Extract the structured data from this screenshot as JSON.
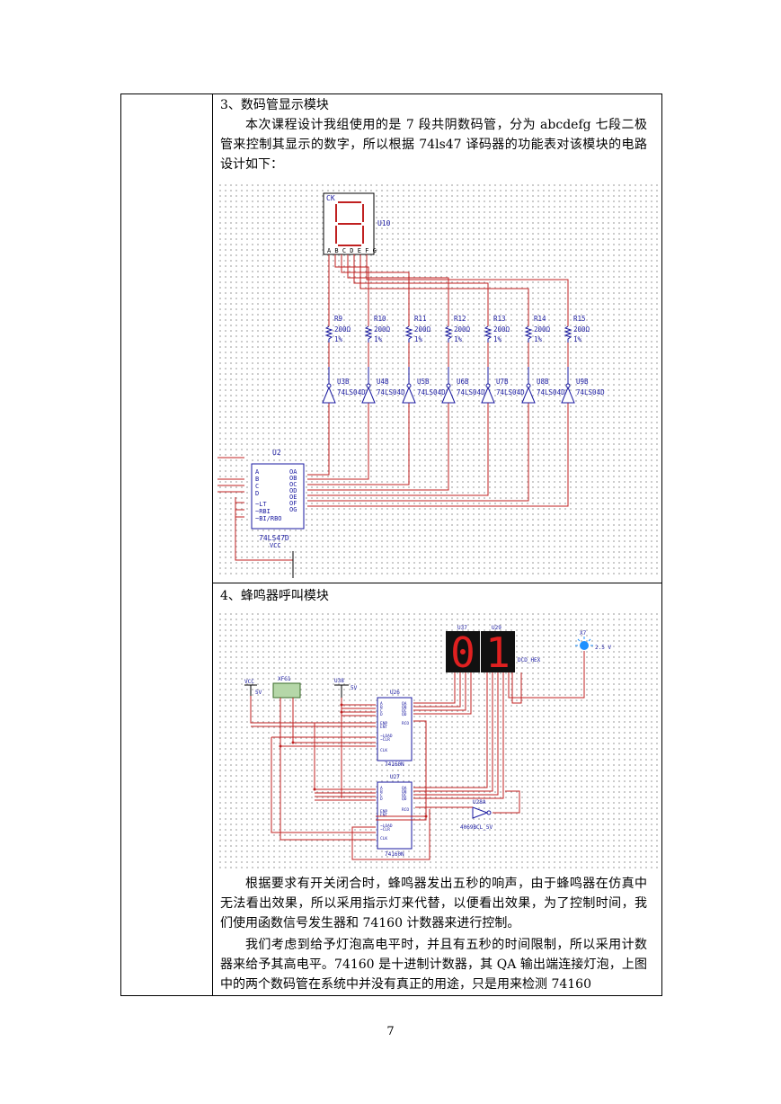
{
  "section3": {
    "heading": "3、数码管显示模块",
    "paragraph": "本次课程设计我组使用的是 7 段共阴数码管，分为 abcdefg 七段二极管来控制其显示的数字，所以根据 74ls47 译码器的功能表对该模块的电路设计如下："
  },
  "schematic1": {
    "display": {
      "ref": "U10",
      "tag": "CK",
      "pins": "A B C D E F G"
    },
    "resistors": [
      {
        "ref": "R9",
        "value": "200Ω",
        "tol": "1%"
      },
      {
        "ref": "R10",
        "value": "200Ω",
        "tol": "1%"
      },
      {
        "ref": "R11",
        "value": "200Ω",
        "tol": "1%"
      },
      {
        "ref": "R12",
        "value": "200Ω",
        "tol": "1%"
      },
      {
        "ref": "R13",
        "value": "200Ω",
        "tol": "1%"
      },
      {
        "ref": "R14",
        "value": "200Ω",
        "tol": "1%"
      },
      {
        "ref": "R15",
        "value": "200Ω",
        "tol": "1%"
      }
    ],
    "inverters": [
      {
        "ref": "U3B",
        "part": "74LS04D"
      },
      {
        "ref": "U4B",
        "part": "74LS04D"
      },
      {
        "ref": "U5B",
        "part": "74LS04D"
      },
      {
        "ref": "U6B",
        "part": "74LS04D"
      },
      {
        "ref": "U7B",
        "part": "74LS04D"
      },
      {
        "ref": "U8B",
        "part": "74LS04D"
      },
      {
        "ref": "U9B",
        "part": "74LS04D"
      }
    ],
    "decoder": {
      "ref": "U2",
      "part": "74LS47D",
      "supply": "VCC",
      "inputs": [
        "A",
        "B",
        "C",
        "D",
        "~LT",
        "~RBI",
        "~BI/RBO"
      ],
      "outputs": [
        "OA",
        "OB",
        "OC",
        "OD",
        "OE",
        "OF",
        "OG"
      ]
    }
  },
  "section4": {
    "heading": "4、蜂鸣器呼叫模块"
  },
  "schematic2": {
    "displays": [
      {
        "ref": "U37",
        "digit": "0"
      },
      {
        "ref": "U29",
        "digit": "1"
      }
    ],
    "display_tag": "DCD_HEX",
    "lamp": {
      "ref": "X7",
      "voltage": "2.5 V"
    },
    "vcc": {
      "ref": "VCC",
      "value": "5V"
    },
    "generator": {
      "ref": "XFG1"
    },
    "vcc2": {
      "ref": "U38",
      "value": "5V"
    },
    "counters": [
      {
        "ref": "U26",
        "part": "74160N"
      },
      {
        "ref": "U27",
        "part": "74160N"
      }
    ],
    "counter_inputs": [
      "A",
      "B",
      "C",
      "D",
      "ENP",
      "ENT",
      "~LOAD",
      "~CLR",
      "CLK"
    ],
    "counter_outputs": [
      "QA",
      "QB",
      "QC",
      "QD",
      "RCO"
    ],
    "inverter": {
      "ref": "U28A",
      "part": "4069BCL_5V"
    }
  },
  "paragraphs": [
    "根据要求有开关闭合时，蜂鸣器发出五秒的响声，由于蜂鸣器在仿真中无法看出效果，所以采用指示灯来代替，以便看出效果，为了控制时间，我们使用函数信号发生器和 74160 计数器来进行控制。",
    "我们考虑到给予灯泡高电平时，并且有五秒的时间限制，所以采用计数器来给予其高电平。74160 是十进制计数器，其 QA 输出端连接灯泡，上图中的两个数码管在系统中并没有真正的用途，只是用来检测 74160"
  ],
  "page_number": "7"
}
